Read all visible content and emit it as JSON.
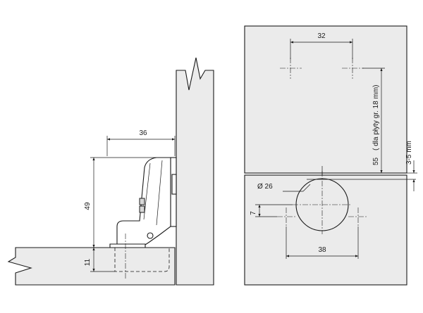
{
  "labels": {
    "dim_36": "36",
    "dim_49": "49",
    "dim_11": "11",
    "dim_32": "32",
    "dim_55": "55",
    "dim_55_note": "( dla płyty gr. 18 mm)",
    "dim_3_5": "3-5 mm",
    "dim_d26": "Ø 26",
    "dim_7": "7",
    "dim_38": "38"
  },
  "colors": {
    "panel_fill": "#ebebeb",
    "line": "#1a1a1a"
  }
}
